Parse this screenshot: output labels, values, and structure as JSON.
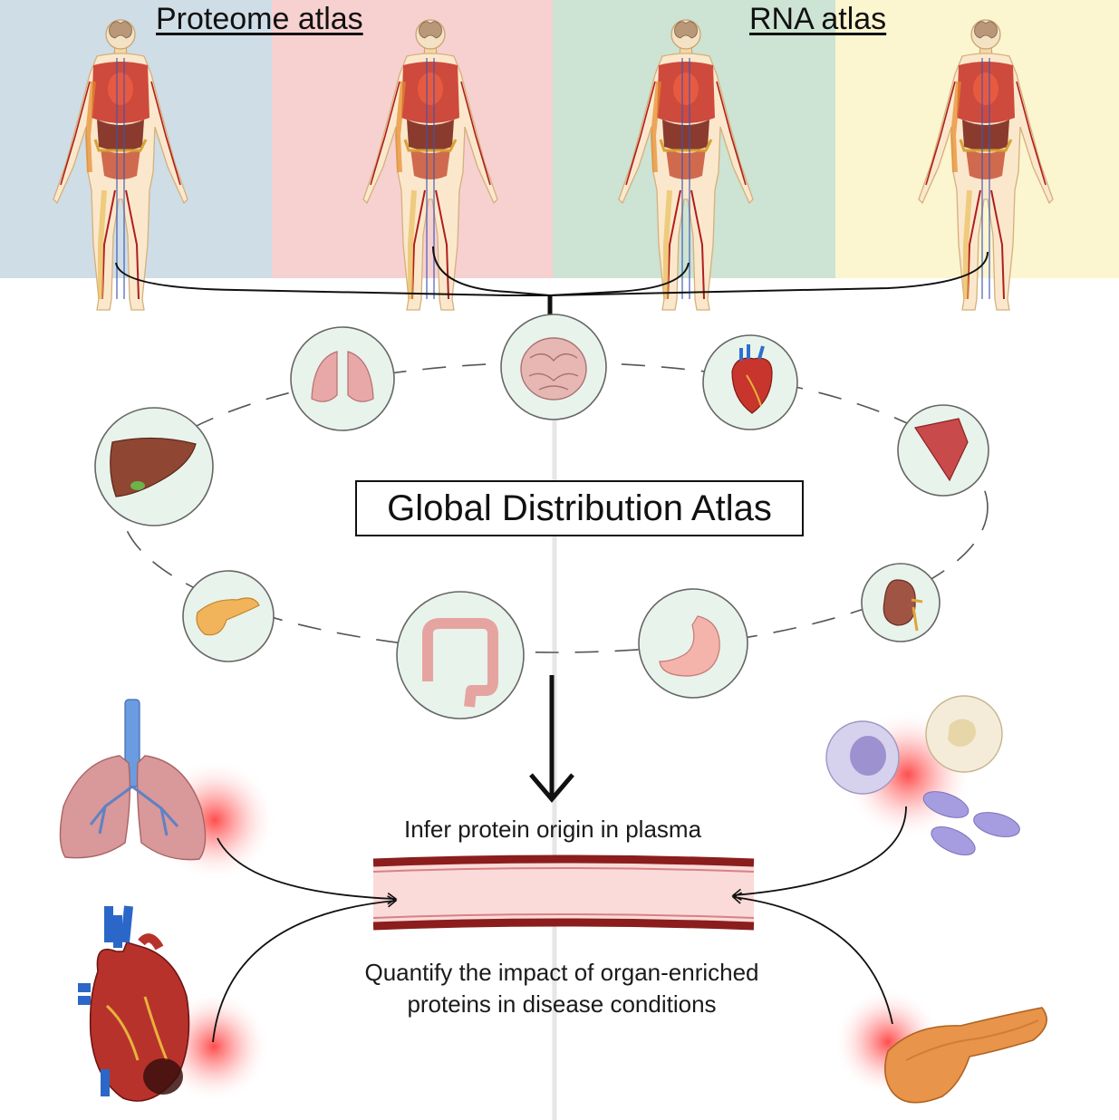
{
  "headings": {
    "proteome": "Proteome atlas",
    "rna": "RNA atlas"
  },
  "panels": [
    {
      "color": "#cfdde6"
    },
    {
      "color": "#f7d0d0"
    },
    {
      "color": "#cde3d3"
    },
    {
      "color": "#fbf5d0"
    }
  ],
  "center_label": "Global Distribution Atlas",
  "organs_ring": [
    "lungs",
    "brain",
    "heart",
    "muscle",
    "liver",
    "kidney",
    "pancreas",
    "colon",
    "stomach"
  ],
  "captions": {
    "infer": "Infer protein origin in plasma",
    "quantify_line1": "Quantify the impact of organ-enriched",
    "quantify_line2": "proteins in disease conditions"
  },
  "colors": {
    "vessel_wall": "#8b1d1d",
    "vessel_lumen": "#fbdada",
    "glow": "#ff3b3b",
    "line": "#111111"
  }
}
